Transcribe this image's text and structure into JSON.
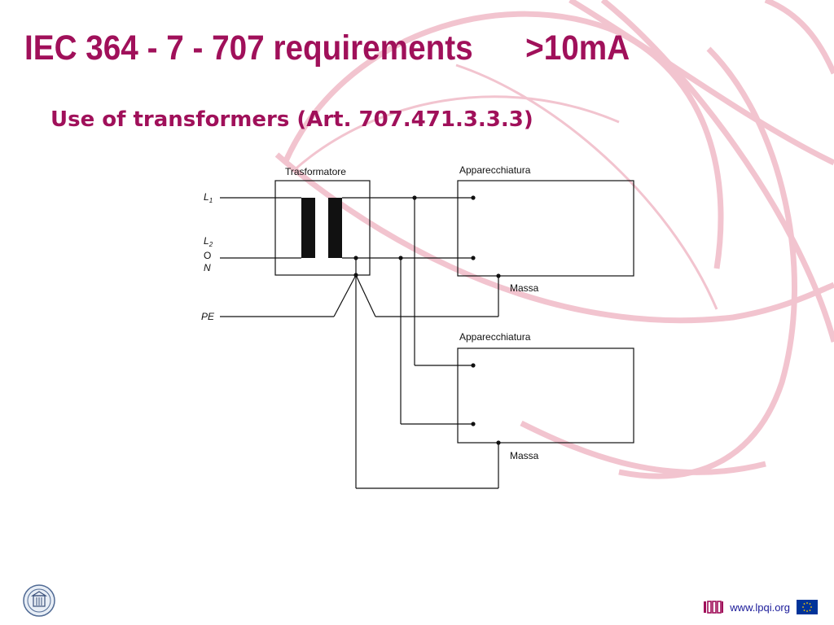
{
  "slide": {
    "title": "IEC 364 - 7 - 707 requirements      >10mA",
    "subtitle": "Use of transformers (Art. 707.471.3.3.3)"
  },
  "diagram": {
    "transformer_label": "Trasformatore",
    "equipment_top_label": "Apparecchiatura",
    "equipment_bottom_label": "Apparecchiatura",
    "ground_top_label": "Massa",
    "ground_bottom_label": "Massa",
    "input_labels": {
      "l1": "L",
      "l1_sub": "1",
      "l2": "L",
      "l2_sub": "2",
      "o": "O",
      "n": "N",
      "pe": "PE"
    }
  },
  "footer": {
    "url": "www.lpqi.org",
    "left_logo_icon": "university-seal-icon",
    "brand_logo_icon": "lpqi-logo-icon",
    "eu_flag_icon": "eu-flag-icon"
  },
  "colors": {
    "accent": "#a0105a",
    "decoration": "#f2c4cf",
    "url": "#1a1a99",
    "eu_blue": "#003399",
    "eu_star": "#ffcc00"
  }
}
